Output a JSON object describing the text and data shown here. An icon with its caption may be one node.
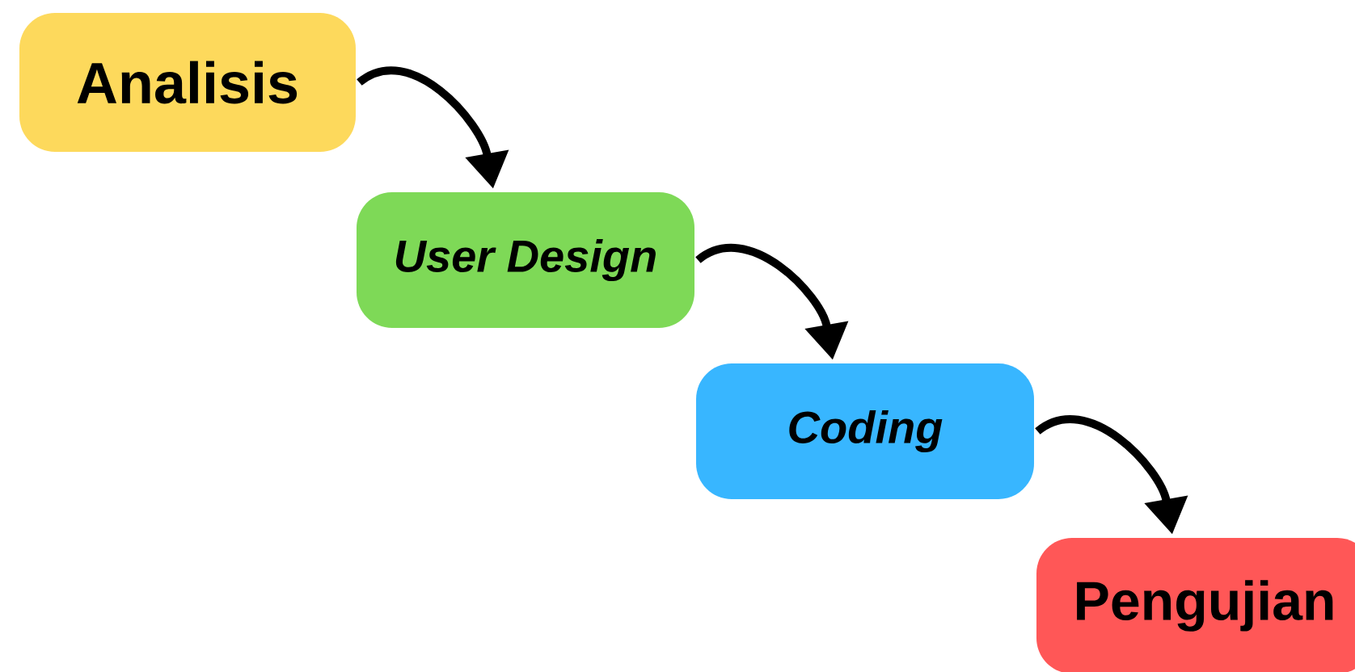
{
  "diagram": {
    "nodes": [
      {
        "text": [
          "Analisis"
        ]
      },
      {
        "text": [
          "User Design"
        ]
      },
      {
        "text": [
          "Coding"
        ]
      },
      {
        "text": [
          "Pengujian"
        ]
      }
    ],
    "edges": [
      {
        "from": 0,
        "to": 1,
        "arrow": "to"
      },
      {
        "from": 1,
        "to": 2,
        "arrow": "to"
      },
      {
        "from": 2,
        "to": 3,
        "arrow": "to"
      }
    ]
  }
}
